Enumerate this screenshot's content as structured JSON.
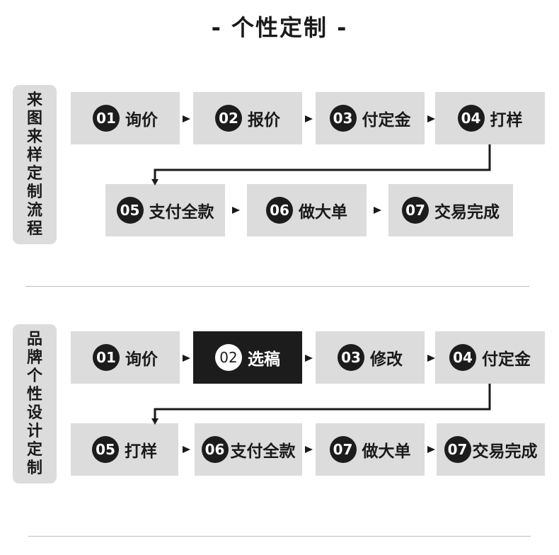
{
  "title": "- 个性定制 -",
  "sections": [
    {
      "side_label": [
        "来",
        "图",
        "来",
        "样",
        "定",
        "制",
        "流",
        "程"
      ],
      "steps": [
        {
          "num": "01",
          "label": "询价"
        },
        {
          "num": "02",
          "label": "报价"
        },
        {
          "num": "03",
          "label": "付定金"
        },
        {
          "num": "04",
          "label": "打样"
        },
        {
          "num": "05",
          "label": "支付全款"
        },
        {
          "num": "06",
          "label": "做大单"
        },
        {
          "num": "07",
          "label": "交易完成"
        }
      ]
    },
    {
      "side_label": [
        "品",
        "牌",
        "个",
        "性",
        "设",
        "计",
        "定",
        "制"
      ],
      "steps": [
        {
          "num": "01",
          "label": "询价"
        },
        {
          "num": "02",
          "label": "选稿",
          "highlighted": true
        },
        {
          "num": "03",
          "label": "修改"
        },
        {
          "num": "04",
          "label": "付定金"
        },
        {
          "num": "05",
          "label": "打样"
        },
        {
          "num": "06",
          "label": "支付全款"
        },
        {
          "num": "07",
          "label": "做大单"
        },
        {
          "num": "07",
          "label": "交易完成"
        }
      ]
    }
  ],
  "colors": {
    "box": "#dcdcdc",
    "dark": "#1c1c1c",
    "divider": "#bdbdbd"
  }
}
